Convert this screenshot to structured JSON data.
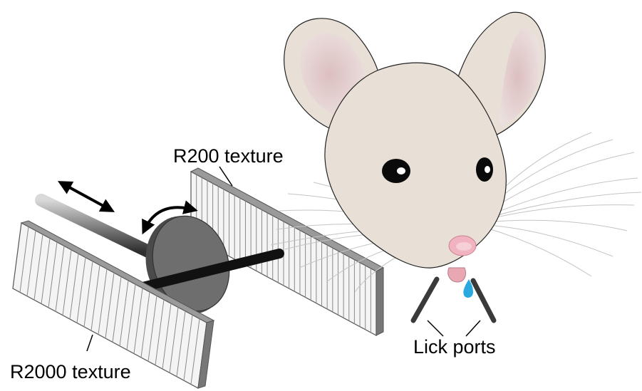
{
  "labels": {
    "r200": "R200 texture",
    "r2000": "R2000 texture",
    "lick_ports": "Lick ports"
  },
  "colors": {
    "mouse_fur": "#e8e0d6",
    "ear_inner": "#e3cccb",
    "nose": "#f2b3c0",
    "tongue": "#e9a7b4",
    "water_drop": "#2aa9e0",
    "disc": "#6b6b6b",
    "rod": "#111111",
    "texture_panel": "#f2f2f2",
    "texture_edge": "#8a8a8a",
    "whisker": "#bdbdbd"
  },
  "icons": {
    "translation_arrow": "double-headed-straight-arrow",
    "rotation_arrow": "double-headed-curved-arrow"
  }
}
